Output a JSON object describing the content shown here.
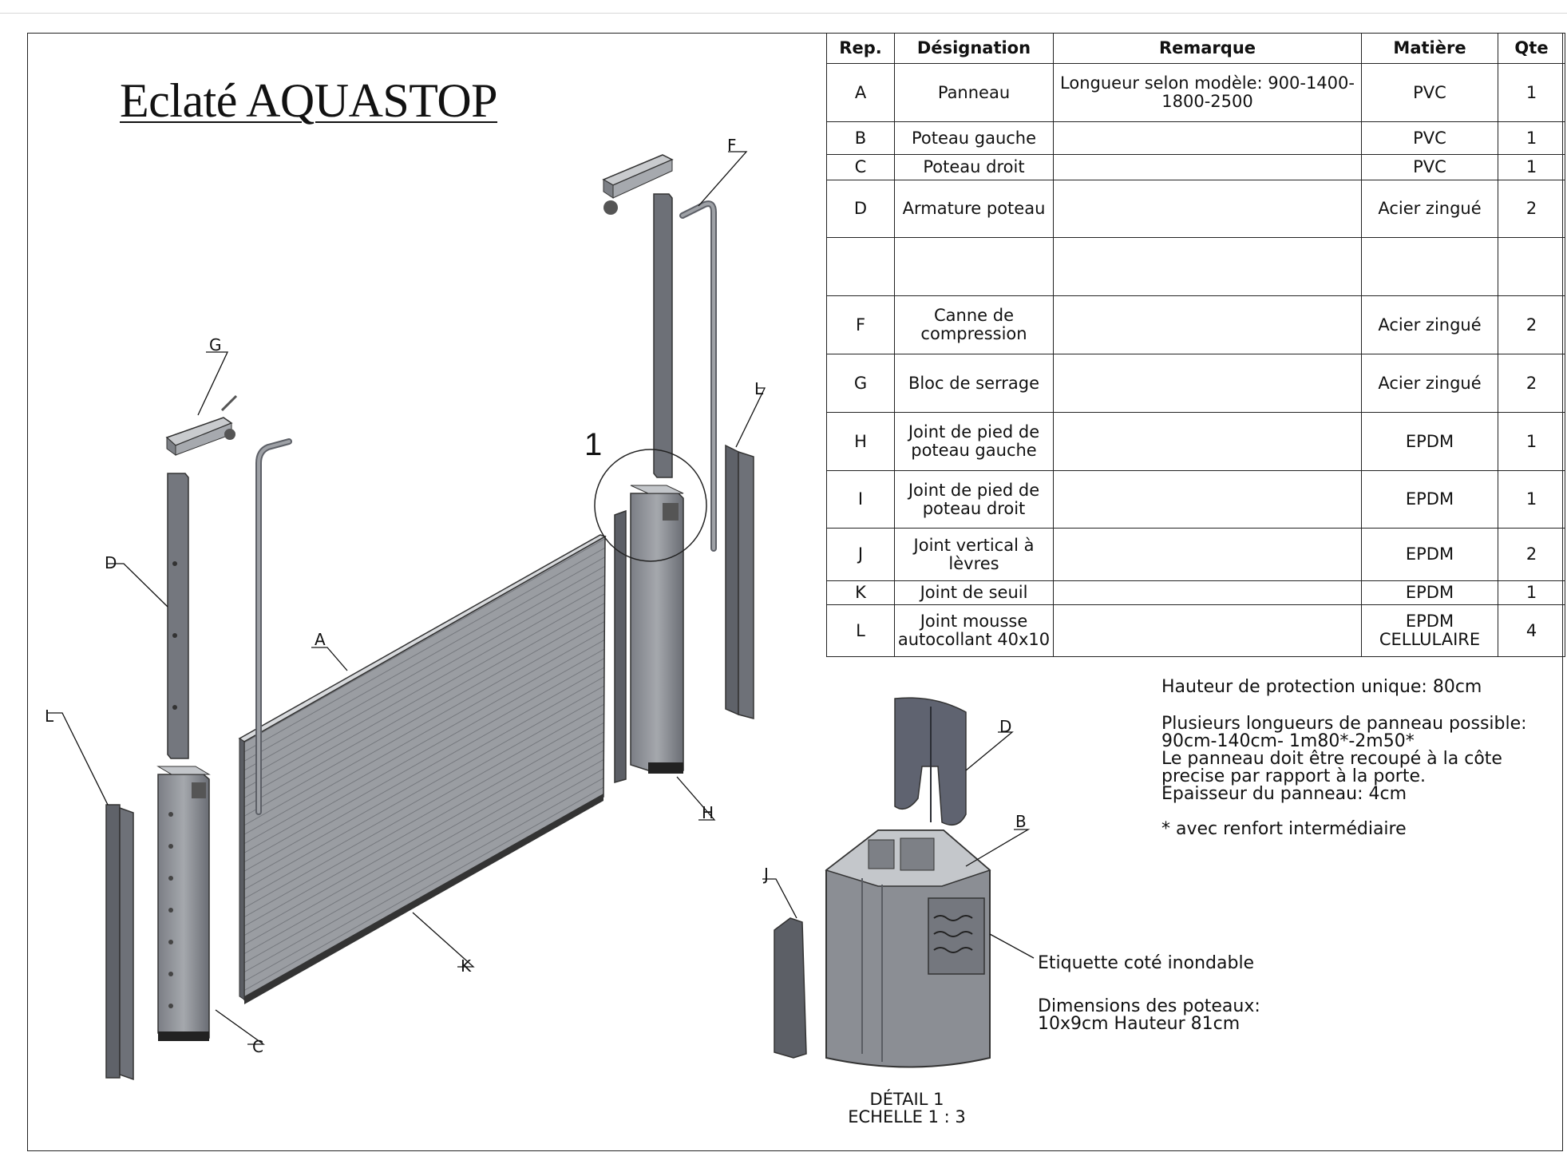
{
  "title": "Eclaté AQUASTOP",
  "bom": {
    "headers": {
      "rep": "Rep.",
      "designation": "Désignation",
      "remarque": "Remarque",
      "matiere": "Matière",
      "qte": "Qte"
    },
    "rows": [
      {
        "rep": "A",
        "designation": "Panneau",
        "remarque": "Longueur selon modèle: 900-1400-1800-2500",
        "matiere": "PVC",
        "qte": "1"
      },
      {
        "rep": "B",
        "designation": "Poteau gauche",
        "remarque": "",
        "matiere": "PVC",
        "qte": "1"
      },
      {
        "rep": "C",
        "designation": "Poteau droit",
        "remarque": "",
        "matiere": "PVC",
        "qte": "1"
      },
      {
        "rep": "D",
        "designation": "Armature poteau",
        "remarque": "",
        "matiere": "Acier zingué",
        "qte": "2"
      },
      {
        "rep": "",
        "designation": "",
        "remarque": "",
        "matiere": "",
        "qte": ""
      },
      {
        "rep": "F",
        "designation": "Canne de compression",
        "remarque": "",
        "matiere": "Acier zingué",
        "qte": "2"
      },
      {
        "rep": "G",
        "designation": "Bloc de serrage",
        "remarque": "",
        "matiere": "Acier zingué",
        "qte": "2"
      },
      {
        "rep": "H",
        "designation": "Joint de pied de poteau gauche",
        "remarque": "",
        "matiere": "EPDM",
        "qte": "1"
      },
      {
        "rep": "I",
        "designation": "Joint de pied de poteau droit",
        "remarque": "",
        "matiere": "EPDM",
        "qte": "1"
      },
      {
        "rep": "J",
        "designation": "Joint vertical à lèvres",
        "remarque": "",
        "matiere": "EPDM",
        "qte": "2"
      },
      {
        "rep": "K",
        "designation": "Joint de seuil",
        "remarque": "",
        "matiere": "EPDM",
        "qte": "1"
      },
      {
        "rep": "L",
        "designation": "Joint mousse autocollant 40x10",
        "remarque": "",
        "matiere": "EPDM CELLULAIRE",
        "qte": "4"
      }
    ]
  },
  "notes": {
    "protection": "Hauteur de protection unique: 80cm",
    "lengths": "Plusieurs longueurs de panneau possible:\n90cm-140cm- 1m80*-2m50*\nLe panneau doit être recoupé à la côte\nprecise par rapport à la porte.\nEpaisseur du panneau: 4cm",
    "footnote": "* avec renfort intermédiaire",
    "label_note": "Etiquette coté inondable",
    "dimensions": "Dimensions des poteaux:\n10x9cm Hauteur 81cm"
  },
  "detail": {
    "number": "1",
    "caption_line1": "DÉTAIL 1",
    "caption_line2": "ECHELLE 1 : 3"
  },
  "callouts": {
    "A": "A",
    "C": "C",
    "D": "D",
    "F": "F",
    "G": "G",
    "H": "H",
    "K": "K",
    "L_left": "L",
    "L_right": "L",
    "D_detail": "D",
    "B_detail": "B",
    "J_detail": "J"
  },
  "colors": {
    "part_fill": "#8a8d93",
    "part_dark": "#5c5f66",
    "part_light": "#b9bcc1",
    "seal": "#6d7079",
    "line": "#111111"
  }
}
